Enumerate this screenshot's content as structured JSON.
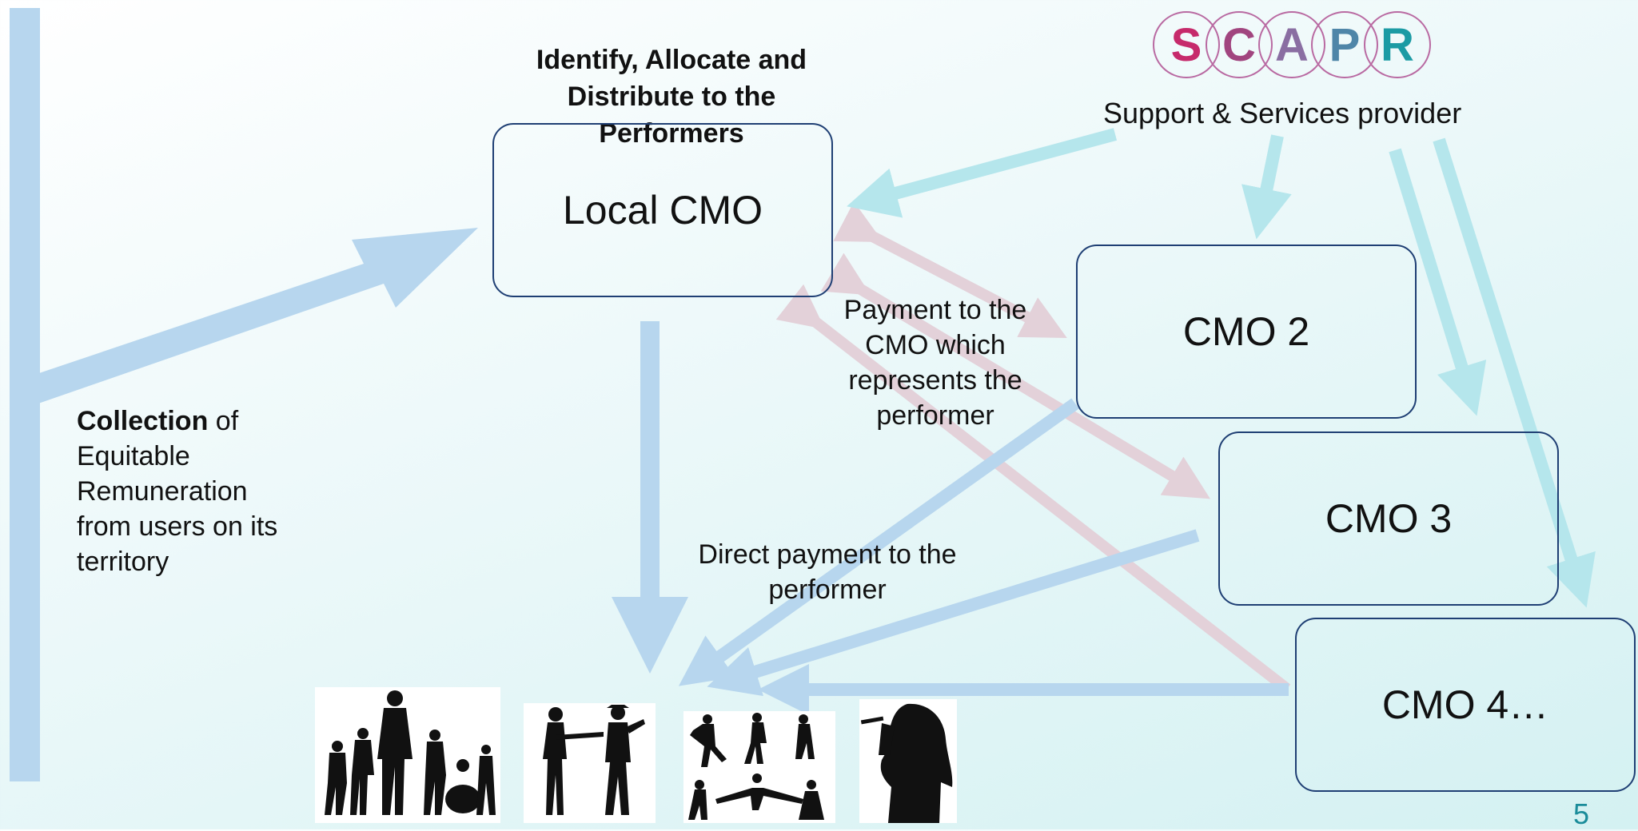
{
  "slide": {
    "page_number": "5",
    "logo_letters": [
      "S",
      "C",
      "A",
      "P",
      "R"
    ],
    "logo_colors": [
      "#c62a6b",
      "#a1457f",
      "#8a6ea2",
      "#4f86a8",
      "#1b9ba4"
    ],
    "support_label": "Support & Services provider",
    "heading_lines": [
      "Identify, Allocate and",
      "Distribute to the",
      "Performers"
    ],
    "boxes": {
      "local": "Local CMO",
      "cmo2": "CMO 2",
      "cmo3": "CMO 3",
      "cmo4": "CMO 4…"
    },
    "payment_cmo_lines": [
      "Payment to the",
      "CMO which",
      "represents the",
      "performer"
    ],
    "direct_payment_lines": [
      "Direct payment to the",
      "performer"
    ],
    "collection": {
      "bold": "Collection",
      "rest_first": " of",
      "lines": [
        "Equitable",
        "Remuneration",
        "from users on its",
        "territory"
      ]
    },
    "colors": {
      "blue_arrow": "#b7d6ee",
      "teal_arrow": "#b5e6ec",
      "pink_arrow": "#e3d1d9",
      "box_border": "#1f3f74",
      "page_number": "#1a8c9a"
    },
    "silhouettes": [
      "band-silhouette-icon",
      "duo-silhouette-icon",
      "dancers-silhouette-icon",
      "singer-silhouette-icon"
    ]
  }
}
